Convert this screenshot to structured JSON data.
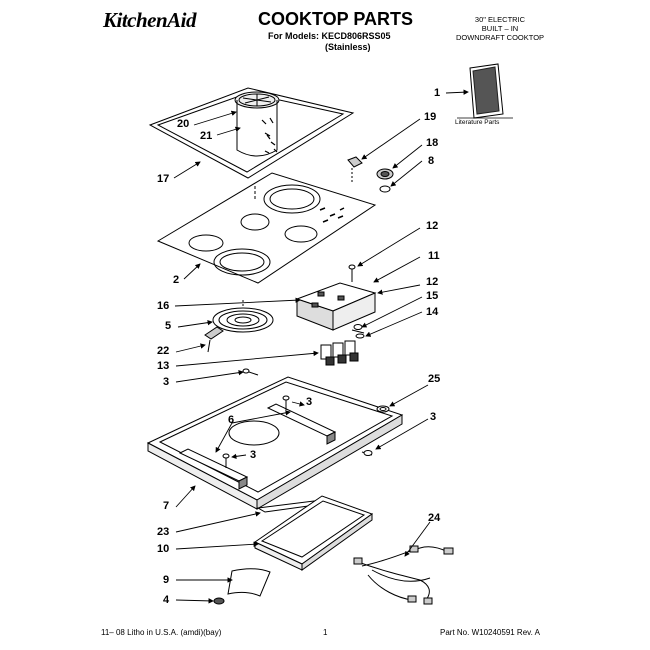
{
  "header": {
    "brand": "KitchenAid",
    "title": "COOKTOP PARTS",
    "models_line": "For Models: KECD806RSS05",
    "models_variant": "(Stainless)",
    "spec_lines": [
      "30\" ELECTRIC",
      "BUILT – IN",
      "DOWNDRAFT COOKTOP"
    ]
  },
  "literature_label": "Literature Parts",
  "callouts": [
    "1",
    "20",
    "21",
    "19",
    "18",
    "8",
    "17",
    "12",
    "2",
    "11",
    "12",
    "16",
    "15",
    "14",
    "5",
    "22",
    "13",
    "3",
    "25",
    "3",
    "6",
    "3",
    "3",
    "7",
    "23",
    "10",
    "24",
    "9",
    "4"
  ],
  "footer": {
    "left": "11– 08 Litho in U.S.A. (amdi)(bay)",
    "page": "1",
    "part_no": "Part No. W10240591 Rev. A"
  },
  "colors": {
    "ink": "#000000",
    "paper": "#ffffff",
    "shade": "#7a7a7a"
  }
}
